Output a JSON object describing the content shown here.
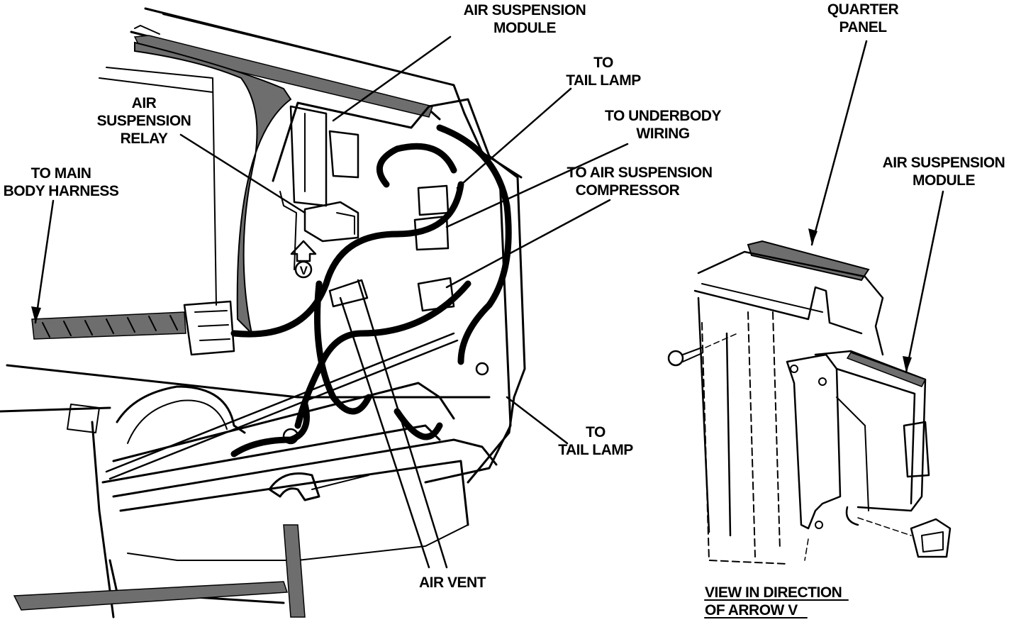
{
  "labels": {
    "air_suspension_module_top": [
      "AIR SUSPENSION",
      "MODULE"
    ],
    "to_tail_lamp_top": [
      "TO",
      "TAIL LAMP"
    ],
    "air_suspension_relay": [
      "AIR",
      "SUSPENSION",
      "RELAY"
    ],
    "to_main_body_harness": [
      "TO MAIN",
      "BODY HARNESS"
    ],
    "to_underbody_wiring": [
      "TO UNDERBODY",
      "WIRING"
    ],
    "to_air_suspension_compressor": [
      "TO AIR SUSPENSION",
      "COMPRESSOR"
    ],
    "to_tail_lamp_bottom": [
      "TO",
      "TAIL LAMP"
    ],
    "air_vent": [
      "AIR VENT"
    ],
    "quarter_panel": [
      "QUARTER",
      "PANEL"
    ],
    "air_suspension_module_right": [
      "AIR SUSPENSION",
      "MODULE"
    ],
    "view_caption": [
      "VIEW IN DIRECTION",
      "OF ARROW V"
    ],
    "arrow_v_marker": "V"
  },
  "colors": {
    "ink": "#000000",
    "hatch": "#6e6e6e",
    "paper": "#ffffff"
  }
}
